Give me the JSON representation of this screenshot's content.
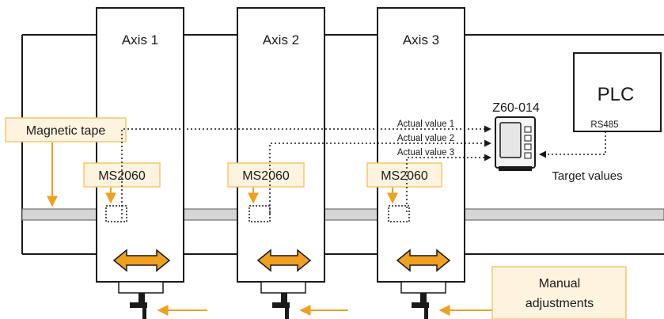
{
  "axes": [
    {
      "title": "Axis 1",
      "sensor": "MS2060"
    },
    {
      "title": "Axis 2",
      "sensor": "MS2060"
    },
    {
      "title": "Axis 3",
      "sensor": "MS2060"
    }
  ],
  "magnetic_tape": {
    "label": "Magnetic tape"
  },
  "display_unit": {
    "title": "Z60-014"
  },
  "signals": {
    "actual_values": [
      "Actual value 1",
      "Actual value 2",
      "Actual value 3"
    ],
    "target_values": "Target values"
  },
  "plc": {
    "title": "PLC",
    "interface": "RS485"
  },
  "manual": {
    "label_line1": "Manual",
    "label_line2": "adjustments"
  },
  "colors": {
    "accent": "#f0a020",
    "callout_fill": "#fef3df",
    "callout_border": "#f5c66e",
    "tape_fill": "#d6d6d6",
    "line": "#1a1a1a"
  }
}
